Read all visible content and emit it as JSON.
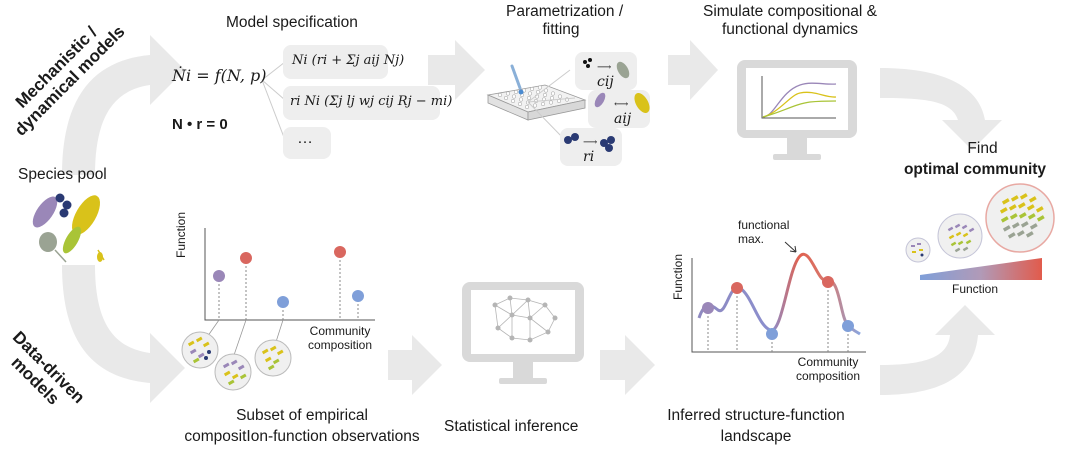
{
  "side_labels": {
    "mechanistic": [
      "Mechanistic /",
      "dynamical models"
    ],
    "data_driven": [
      "Data-driven",
      "models"
    ]
  },
  "species_pool": "Species pool",
  "top_row": {
    "model_spec_title": "Model specification",
    "param_title": [
      "Parametrization /",
      "fitting"
    ],
    "simulate_title": [
      "Simulate compositional &",
      "functional dynamics"
    ],
    "eq_main": "Ṅi = f(N, p)",
    "eq_constraint": "N • r = 0",
    "eq_option1": "Ni (ri + Σj aij Nj)",
    "eq_option2": "ri Ni (Σj lj wj cij Rj − mi)",
    "eq_option3": "…",
    "param_c": "cij",
    "param_a": "aij",
    "param_r": "ri"
  },
  "bottom_row": {
    "subset_title": [
      "Subset of empirical",
      "compositIon-function observations"
    ],
    "stat_title": "Statistical inference",
    "landscape_title": [
      "Inferred structure-function",
      "landscape"
    ],
    "y_axis": "Function",
    "x_axis": [
      "Community",
      "composition"
    ],
    "functional_max": [
      "functional",
      "max."
    ]
  },
  "right": {
    "find": "Find",
    "optimal": "optimal community",
    "function_label": "Function"
  },
  "colors": {
    "arrow": "#e9e9e9",
    "purple": "#9a87b8",
    "red": "#d9675f",
    "blue": "#7f9fd9",
    "yellow": "#d9c21a",
    "green": "#a9c437",
    "grey": "#9aa393",
    "navy": "#2a3a73",
    "monitor": "#d9d9d9"
  }
}
